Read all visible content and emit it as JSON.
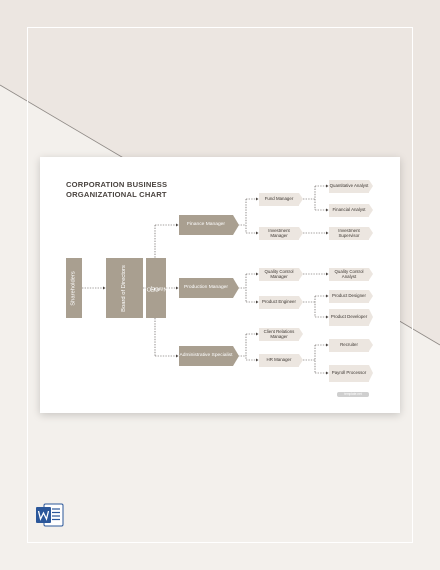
{
  "colors": {
    "background": "#ece6e1",
    "card": "#ffffff",
    "primary_box": "#a99f90",
    "secondary_box": "#ece6e0",
    "connector": "#4a4440",
    "word_blue": "#2b579a"
  },
  "icons": {
    "app": "word-document-icon"
  },
  "diagram": {
    "title_line1": "CORPORATION BUSINESS",
    "title_line2": "ORGANIZATIONAL CHART",
    "shareholders": "Shareholders",
    "board": "Board of Directors",
    "ceo_title": "CEO",
    "ceo_name": "[Name]",
    "managers": [
      {
        "title": "Finance Manager",
        "reports": [
          {
            "title": "Fund Manager",
            "staff": [
              "Quantitative Analyst",
              "Financial Analyst"
            ]
          },
          {
            "title": "Investment Manager",
            "staff": [
              "Investment Supervisor"
            ]
          }
        ]
      },
      {
        "title": "Production Manager",
        "reports": [
          {
            "title": "Quality Control Manager",
            "staff": [
              "Quality Control Analyst"
            ]
          },
          {
            "title": "Product Engineer",
            "staff": [
              "Product Designer",
              "Product Developer"
            ]
          }
        ]
      },
      {
        "title": "Administrative Specialist",
        "reports": [
          {
            "title": "Client Relations Manager",
            "staff": []
          },
          {
            "title": "HR Manager",
            "staff": [
              "Recruiter",
              "Payroll Processor"
            ]
          }
        ]
      }
    ],
    "badge": "template.net"
  }
}
